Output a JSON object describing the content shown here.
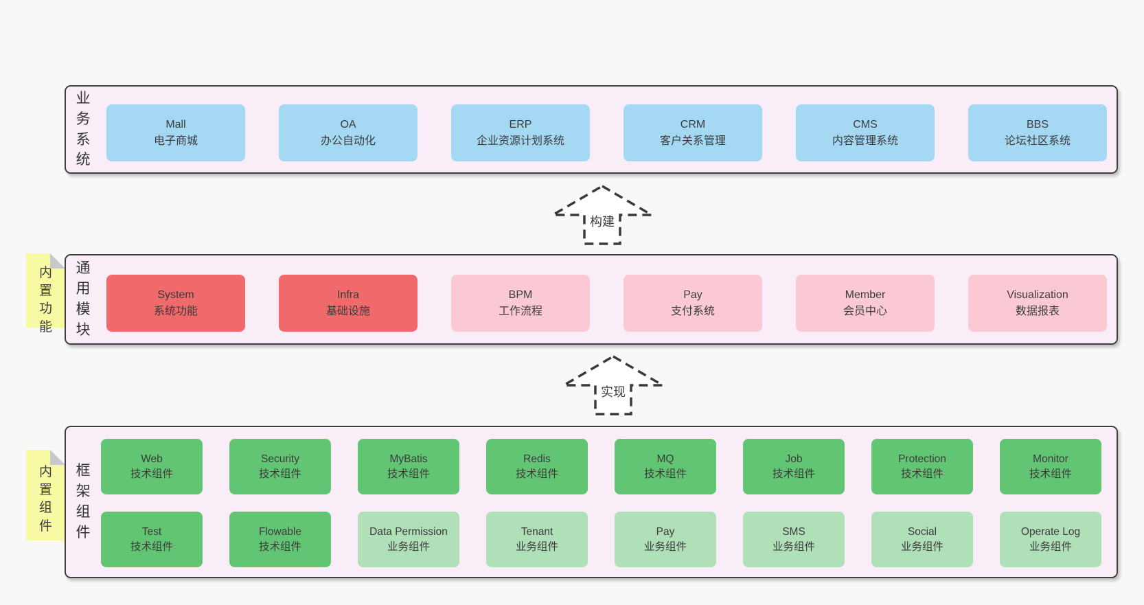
{
  "diagram": {
    "arrows": [
      {
        "label": "构建"
      },
      {
        "label": "实现"
      }
    ],
    "layers": {
      "business": {
        "label": "业务系统",
        "boxes": [
          {
            "title": "Mall",
            "subtitle": "电子商城"
          },
          {
            "title": "OA",
            "subtitle": "办公自动化"
          },
          {
            "title": "ERP",
            "subtitle": "企业资源计划系统"
          },
          {
            "title": "CRM",
            "subtitle": "客户关系管理"
          },
          {
            "title": "CMS",
            "subtitle": "内容管理系统"
          },
          {
            "title": "BBS",
            "subtitle": "论坛社区系统"
          }
        ]
      },
      "modules": {
        "label": "通用模块",
        "sticky": "内置功能",
        "boxes": [
          {
            "title": "System",
            "subtitle": "系统功能"
          },
          {
            "title": "Infra",
            "subtitle": "基础设施"
          },
          {
            "title": "BPM",
            "subtitle": "工作流程"
          },
          {
            "title": "Pay",
            "subtitle": "支付系统"
          },
          {
            "title": "Member",
            "subtitle": "会员中心"
          },
          {
            "title": "Visualization",
            "subtitle": "数据报表"
          }
        ]
      },
      "framework": {
        "label": "框架组件",
        "sticky": "内置组件",
        "row1": [
          {
            "title": "Web",
            "subtitle": "技术组件"
          },
          {
            "title": "Security",
            "subtitle": "技术组件"
          },
          {
            "title": "MyBatis",
            "subtitle": "技术组件"
          },
          {
            "title": "Redis",
            "subtitle": "技术组件"
          },
          {
            "title": "MQ",
            "subtitle": "技术组件"
          },
          {
            "title": "Job",
            "subtitle": "技术组件"
          },
          {
            "title": "Protection",
            "subtitle": "技术组件"
          },
          {
            "title": "Monitor",
            "subtitle": "技术组件"
          }
        ],
        "row2": [
          {
            "title": "Test",
            "subtitle": "技术组件"
          },
          {
            "title": "Flowable",
            "subtitle": "技术组件"
          },
          {
            "title": "Data Permission",
            "subtitle": "业务组件"
          },
          {
            "title": "Tenant",
            "subtitle": "业务组件"
          },
          {
            "title": "Pay",
            "subtitle": "业务组件"
          },
          {
            "title": "SMS",
            "subtitle": "业务组件"
          },
          {
            "title": "Social",
            "subtitle": "业务组件"
          },
          {
            "title": "Operate Log",
            "subtitle": "业务组件"
          }
        ]
      }
    },
    "colors": {
      "page_background": "#f8f8f8",
      "layer_fill": "#f9eef8",
      "layer_border": "#3f3f3f",
      "business_box": "#a5d8f3",
      "core_module_box": "#f0696b",
      "optional_module_box": "#fbc9d3",
      "tech_component_box": "#62c573",
      "biz_component_box": "#b0e0b8",
      "sticky_note": "#f8f9a3",
      "sticky_fold": "#c9c9c9",
      "text": "#3b3b3b"
    }
  }
}
